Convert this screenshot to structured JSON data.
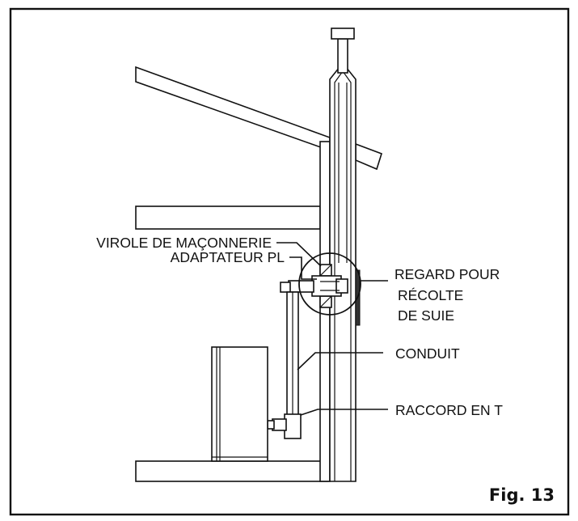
{
  "labels": {
    "masonry_thimble": "VIROLE DE MAÇONNERIE",
    "pl_adapter": "ADAPTATEUR PL",
    "cleanout_line1": "REGARD POUR",
    "cleanout_line2": "RÉCOLTE",
    "cleanout_line3": "DE SUIE",
    "conduit": "CONDUIT",
    "tee": "RACCORD EN T"
  },
  "figure_label": "Fig. 13"
}
